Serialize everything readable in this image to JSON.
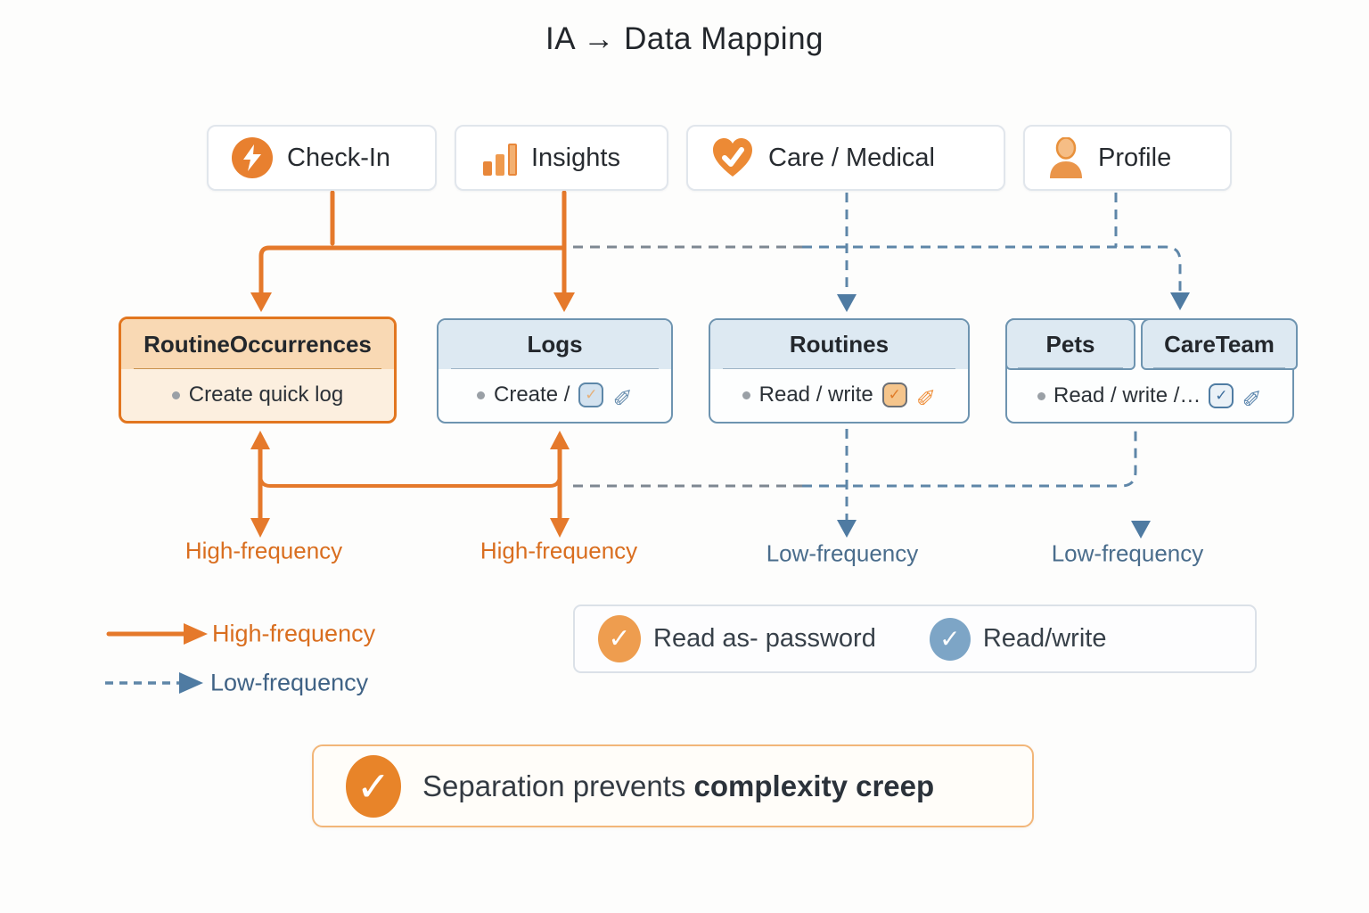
{
  "title": "IA → Data Mapping",
  "nav": {
    "check_in": {
      "label": "Check-In"
    },
    "insights": {
      "label": "Insights"
    },
    "care_medical": {
      "label": "Care / Medical"
    },
    "profile": {
      "label": "Profile"
    }
  },
  "entities": {
    "routine_occurrences": {
      "title": "RoutineOccurrences",
      "body": "Create quick log"
    },
    "logs": {
      "title": "Logs",
      "body": "Create /"
    },
    "routines": {
      "title": "Routines",
      "body": "Read / write"
    },
    "pets": {
      "title": "Pets"
    },
    "careteam": {
      "title": "CareTeam",
      "body": "Read / write /…"
    }
  },
  "flow_labels": {
    "high_under_routine_occurrences": "High-frequency",
    "high_under_logs": "High-frequency",
    "low_under_routines": "Low-frequency",
    "low_under_careteam": "Low-frequency"
  },
  "legend": {
    "high_frequency": "High-frequency",
    "low_frequency": "Low-frequency",
    "read_as_password": "Read as- password",
    "read_write": "Read/write"
  },
  "note": {
    "text_regular": "Separation prevents",
    "text_bold": "complexity creep"
  },
  "icons": {
    "check_glyph": "✓",
    "pen_glyph": "✎"
  },
  "colors": {
    "accent_orange": "#e5792b",
    "accent_blue": "#5e86a8",
    "entity_border_blue": "#6e94b0",
    "entity_header_blue": "#dde9f2",
    "routine_border_orange": "#e2761f",
    "routine_header": "#f9d9b4",
    "routine_body": "#fcefdf",
    "high_label": "#d96e1f",
    "low_label": "#4a6d8c"
  }
}
